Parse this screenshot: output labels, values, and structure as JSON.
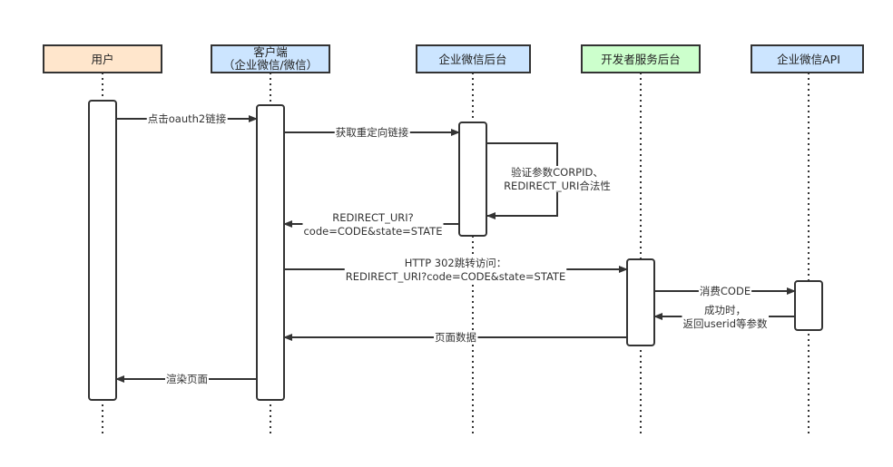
{
  "title": "企业微信 OAuth2 网页授权时序图",
  "colors": {
    "stroke": "#333333",
    "user_fill": "#ffe6cc",
    "blue_fill": "#cce5ff",
    "green_fill": "#ccffcc",
    "activation_fill": "#ffffff"
  },
  "participants": [
    {
      "id": "user",
      "lines": [
        "用户"
      ],
      "fill_key": "user_fill"
    },
    {
      "id": "client",
      "lines": [
        "客户端",
        "（企业微信/微信）"
      ],
      "fill_key": "blue_fill"
    },
    {
      "id": "wework-backend",
      "lines": [
        "企业微信后台"
      ],
      "fill_key": "blue_fill"
    },
    {
      "id": "dev-server",
      "lines": [
        "开发者服务后台"
      ],
      "fill_key": "green_fill"
    },
    {
      "id": "wework-api",
      "lines": [
        "企业微信API"
      ],
      "fill_key": "blue_fill"
    }
  ],
  "messages": [
    {
      "id": "click-oauth2-link",
      "from": "user",
      "to": "client",
      "lines": [
        "点击oauth2链接"
      ]
    },
    {
      "id": "get-redirect-link",
      "from": "client",
      "to": "wework-backend",
      "lines": [
        "获取重定向链接"
      ]
    },
    {
      "id": "verify-params",
      "from": "wework-backend",
      "to": "wework-backend",
      "self": true,
      "lines": [
        "验证参数CORPID、",
        "REDIRECT_URI合法性"
      ]
    },
    {
      "id": "return-redirect-uri",
      "from": "wework-backend",
      "to": "client",
      "lines": [
        "REDIRECT_URI?",
        "code=CODE&state=STATE"
      ]
    },
    {
      "id": "http-302-redirect",
      "from": "client",
      "to": "dev-server",
      "lines": [
        "HTTP 302跳转访问：",
        "REDIRECT_URI?code=CODE&state=STATE"
      ]
    },
    {
      "id": "consume-code",
      "from": "dev-server",
      "to": "wework-api",
      "lines": [
        "消费CODE"
      ]
    },
    {
      "id": "return-userid",
      "from": "wework-api",
      "to": "dev-server",
      "lines": [
        "成功时，",
        "返回userid等参数"
      ]
    },
    {
      "id": "page-data",
      "from": "dev-server",
      "to": "client",
      "lines": [
        "页面数据"
      ]
    },
    {
      "id": "render-page",
      "from": "client",
      "to": "user",
      "lines": [
        "渲染页面"
      ]
    }
  ]
}
